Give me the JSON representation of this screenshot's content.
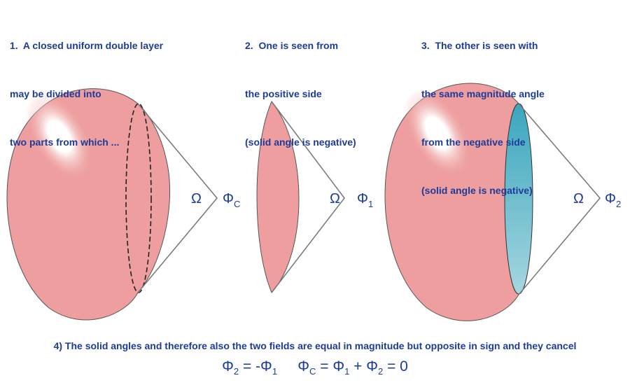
{
  "captions": [
    {
      "lines": [
        "1.  A closed uniform double layer",
        "may be divided into",
        "two parts from which ..."
      ]
    },
    {
      "lines": [
        "2.  One is seen from",
        "the positive side",
        "(solid angle is negative)"
      ]
    },
    {
      "lines": [
        "3.  The other is seen with",
        "the same magnitude angle",
        "from the negative side",
        "(solid angle is negative)"
      ]
    }
  ],
  "labels": {
    "omega": "Ω",
    "phi": "Φ",
    "sub_c": "C",
    "sub_1": "1",
    "sub_2": "2"
  },
  "note": "4) The solid angles and therefore also the two fields are equal in magnitude but opposite in sign and they cancel",
  "equation": {
    "eq1_lhs": "Φ",
    "eq1_lhs_sub": "2",
    "eq1_mid": " = -Φ",
    "eq1_mid_sub": "1",
    "eq2_a": "Φ",
    "eq2_a_sub": "C",
    "eq2_b": " = Φ",
    "eq2_b_sub": "1",
    "eq2_c": " + Φ",
    "eq2_c_sub": "2",
    "eq2_d": " = 0"
  },
  "colors": {
    "text": "#1d3c9a",
    "body": "#ee9e9e",
    "cap": "#4fb0c4"
  }
}
